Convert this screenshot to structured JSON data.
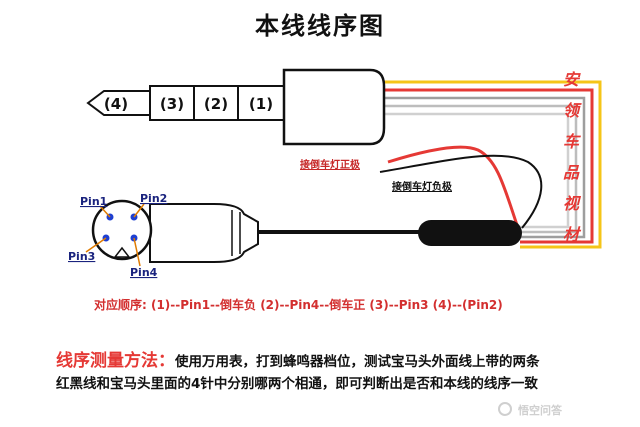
{
  "title": "本线线序图",
  "plug_segments": [
    "(4)",
    "(3)",
    "(2)",
    "(1)"
  ],
  "pins": [
    "Pin1",
    "Pin2",
    "Pin3",
    "Pin4"
  ],
  "labels": {
    "reverse_positive": "接倒车灯正极",
    "reverse_negative": "接倒车灯负极"
  },
  "mapping_text": "对应顺序:  (1)--Pin1--倒车负  (2)--Pin4--倒车正  (3)--Pin3  (4)--(Pin2)",
  "method": {
    "heading": "线序测量方法：",
    "line1": "使用万用表，打到蜂鸣器档位，测试宝马头外面线上带的两条",
    "line2": "红黑线和宝马头里面的4针中分别哪两个相通，即可判断出是否和本线的线序一致"
  },
  "side_note_chars": [
    "安",
    "领",
    "车",
    "品",
    "视",
    "材"
  ],
  "watermark": "悟空问答",
  "colors": {
    "accent_red": "#e53935",
    "wire_red": "#e53935",
    "wire_yellow": "#f5c518",
    "pin_blue": "#1e3fd1",
    "pin_lead": "#e07b00",
    "cable_black": "#111111"
  }
}
